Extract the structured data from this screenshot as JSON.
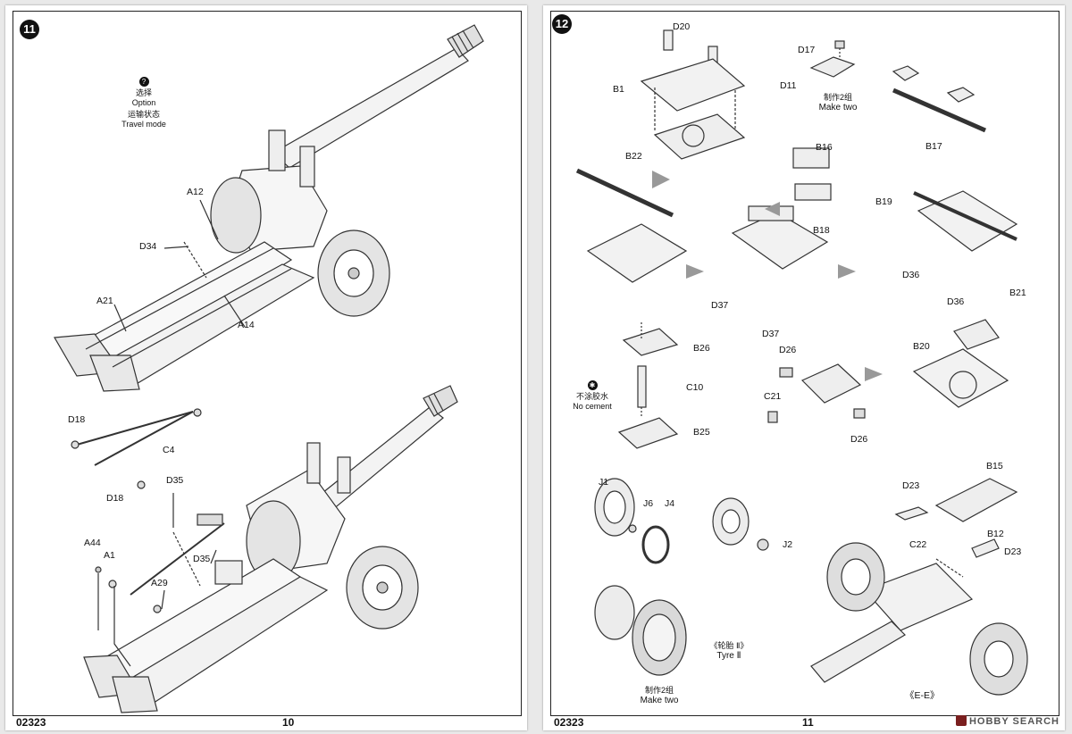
{
  "left_page": {
    "step": "11",
    "page_number": "10",
    "code": "02323",
    "option_icon": "question-icon",
    "option_cn": "选择",
    "option_en": "Option",
    "travel_cn": "运输状态",
    "travel_en": "Travel mode",
    "labels": {
      "a12": "A12",
      "d34": "D34",
      "a21": "A21",
      "a14": "A14",
      "d18a": "D18",
      "c4": "C4",
      "d18b": "D18",
      "d35a": "D35",
      "a44": "A44",
      "a1": "A1",
      "a29": "A29",
      "d35b": "D35"
    }
  },
  "right_page": {
    "step": "12",
    "page_number": "11",
    "code": "02323",
    "make_two_cn_1": "制作2组",
    "make_two_en_1": "Make two",
    "no_cement_icon": "no-glue-icon",
    "no_cement_cn": "不涂胶水",
    "no_cement_en": "No cement",
    "tyre_cn": "《轮胎 Ⅱ》",
    "tyre_en": "Tyre Ⅱ",
    "make_two_cn_2": "制作2组",
    "make_two_en_2": "Make two",
    "ee": "《E-E》",
    "labels": {
      "d20": "D20",
      "b1": "B1",
      "b22": "B22",
      "d17": "D17",
      "d11": "D11",
      "b17": "B17",
      "b16": "B16",
      "b18": "B18",
      "b19": "B19",
      "d37a": "D37",
      "d37b": "D37",
      "d36a": "D36",
      "d36b": "D36",
      "b21": "B21",
      "b26": "B26",
      "c10": "C10",
      "b25": "B25",
      "d26a": "D26",
      "c21": "C21",
      "d26b": "D26",
      "b20": "B20",
      "j1": "J1",
      "j6": "J6",
      "j4": "J4",
      "j2": "J2",
      "d23a": "D23",
      "b15": "B15",
      "c22": "C22",
      "b12": "B12",
      "d23b": "D23"
    }
  },
  "watermark": "HOBBY SEARCH"
}
